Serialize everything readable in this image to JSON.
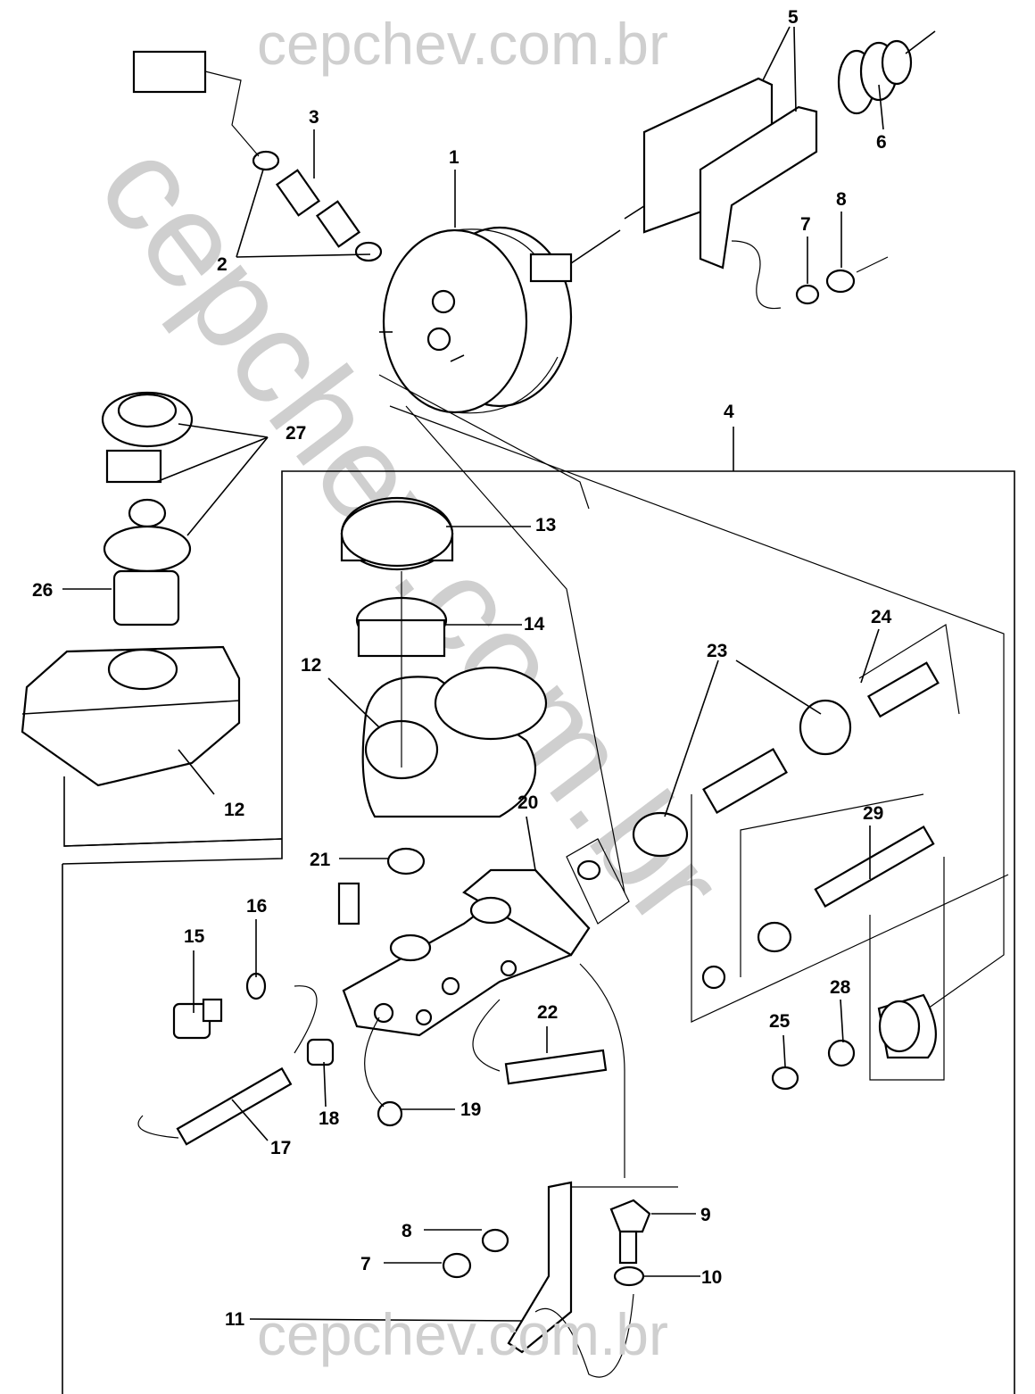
{
  "watermark": {
    "text": "cepchev.com.br",
    "color": "#cfcfcf"
  },
  "callouts": [
    "1",
    "2",
    "3",
    "4",
    "5",
    "6",
    "7",
    "8",
    "9",
    "10",
    "11",
    "12",
    "12",
    "13",
    "14",
    "15",
    "16",
    "17",
    "18",
    "19",
    "20",
    "21",
    "22",
    "23",
    "24",
    "25",
    "26",
    "27",
    "28",
    "29",
    "7",
    "8"
  ]
}
